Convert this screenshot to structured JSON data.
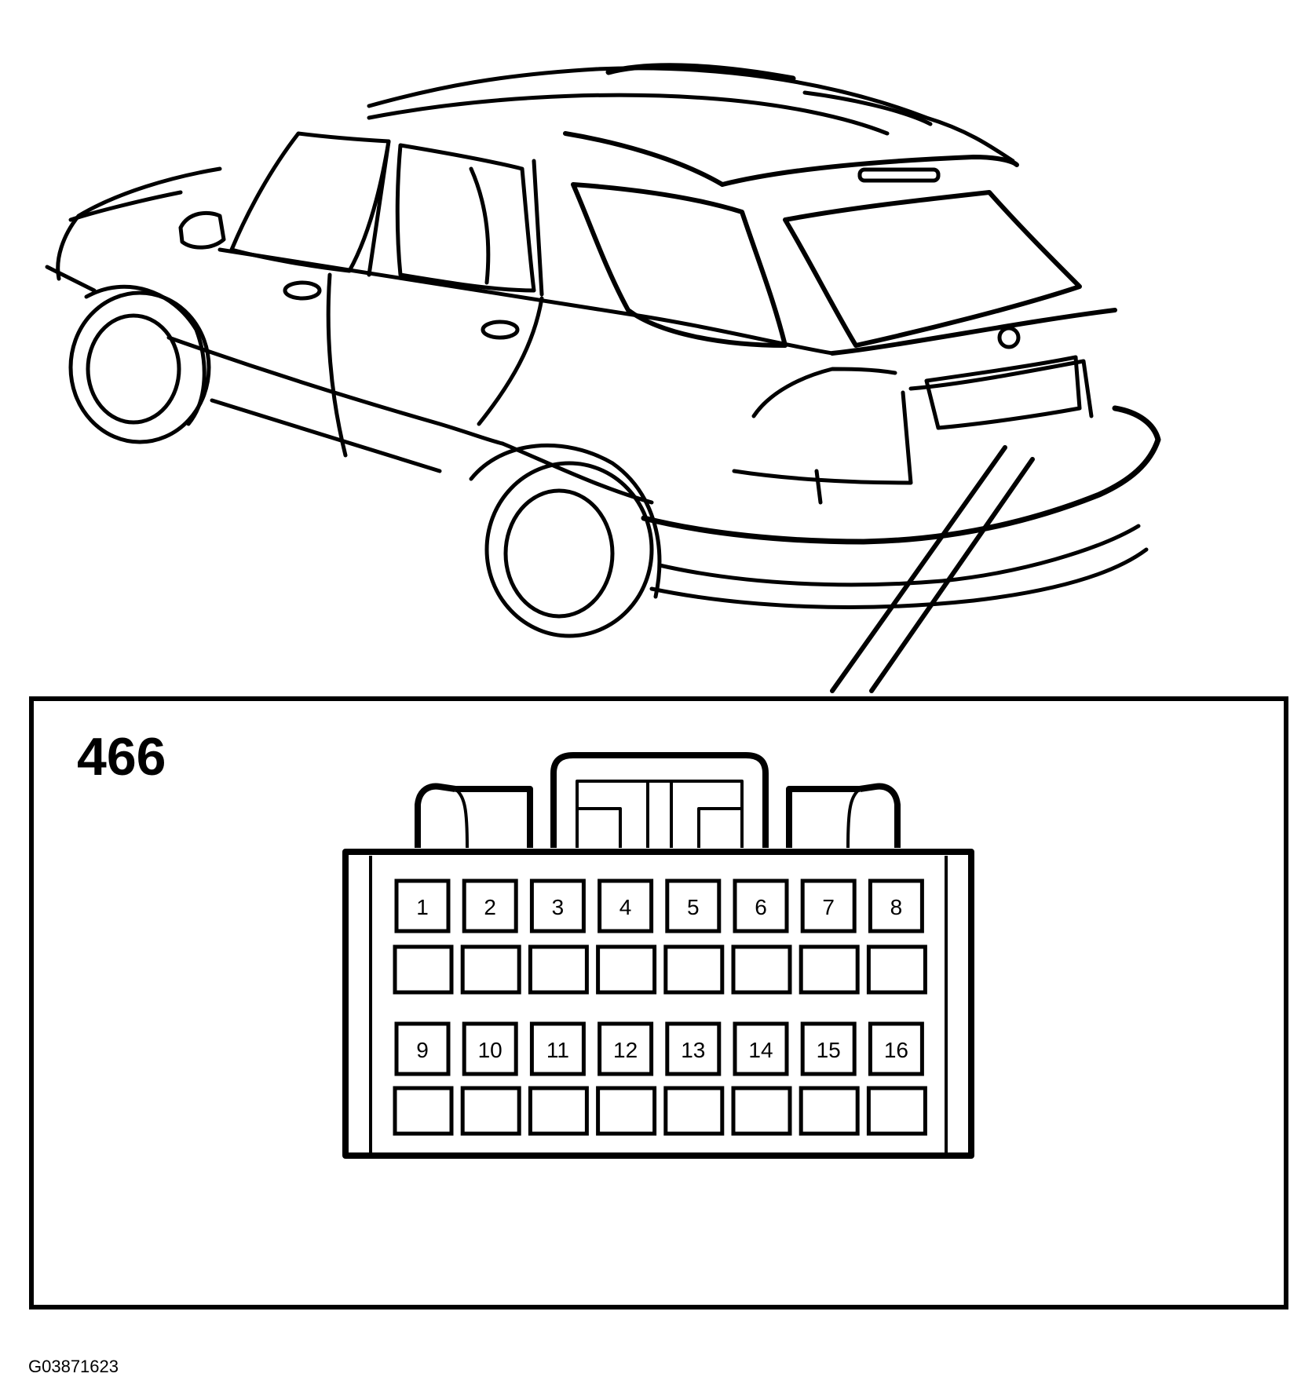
{
  "connector": {
    "id": "466",
    "pins_row1": [
      "1",
      "2",
      "3",
      "4",
      "5",
      "6",
      "7",
      "8"
    ],
    "pins_row2": [
      "9",
      "10",
      "11",
      "12",
      "13",
      "14",
      "15",
      "16"
    ]
  },
  "figure_code": "G03871623"
}
